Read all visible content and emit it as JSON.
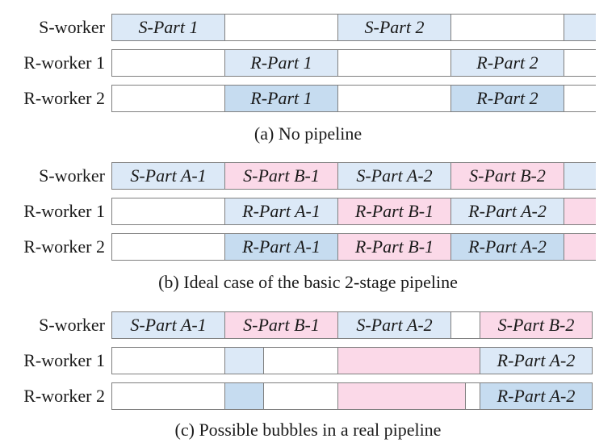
{
  "rows": {
    "s_worker": "S-worker",
    "r_worker_1": "R-worker 1",
    "r_worker_2": "R-worker 2"
  },
  "panel_a": {
    "caption": "(a) No pipeline",
    "s_part_1": "S-Part 1",
    "s_part_2": "S-Part 2",
    "r_part_1": "R-Part 1",
    "r_part_2": "R-Part 2"
  },
  "panel_b": {
    "caption": "(b) Ideal case of the basic 2-stage pipeline",
    "s_parts": [
      "S-Part A-1",
      "S-Part B-1",
      "S-Part A-2",
      "S-Part B-2"
    ],
    "r_parts": [
      "R-Part A-1",
      "R-Part B-1",
      "R-Part A-2"
    ]
  },
  "panel_c": {
    "caption": "(c) Possible bubbles in a real pipeline",
    "s_parts": [
      "S-Part A-1",
      "S-Part B-1",
      "S-Part A-2",
      "S-Part B-2"
    ],
    "r_part": "R-Part A-2"
  },
  "colors": {
    "light_blue": "#dce9f7",
    "medium_blue": "#c6dcf0",
    "pink": "#fbd9e8",
    "border": "#7f7f7f"
  }
}
